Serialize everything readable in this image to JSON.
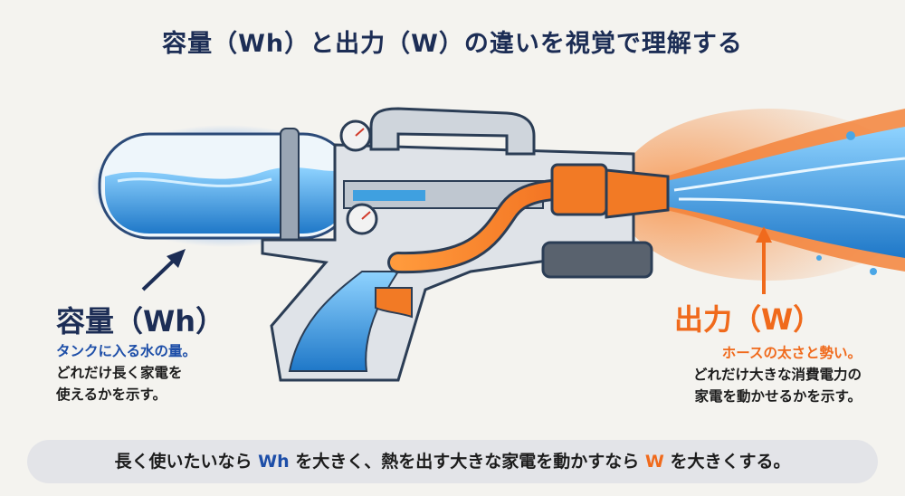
{
  "title": "容量（Wh）と出力（W）の違いを視覚で理解する",
  "left": {
    "heading": "容量（Wh）",
    "line1": "タンクに入る水の量。",
    "line2": "どれだけ長く家電を",
    "line3": "使えるかを示す。"
  },
  "right": {
    "heading": "出力（W）",
    "line1": "ホースの太さと勢い。",
    "line2": "どれだけ大きな消費電力の",
    "line3": "家電を動かせるかを示す。"
  },
  "bottom": {
    "part1": "長く使いたいなら ",
    "wh": "Wh",
    "part2": " を大きく、熱を出す大きな家電を動かすなら ",
    "w": "W",
    "part3": " を大きくする。"
  },
  "colors": {
    "navy": "#1c2d55",
    "blue": "#1d4ea8",
    "orange": "#f06a1c",
    "water": "#3fa0e0"
  }
}
